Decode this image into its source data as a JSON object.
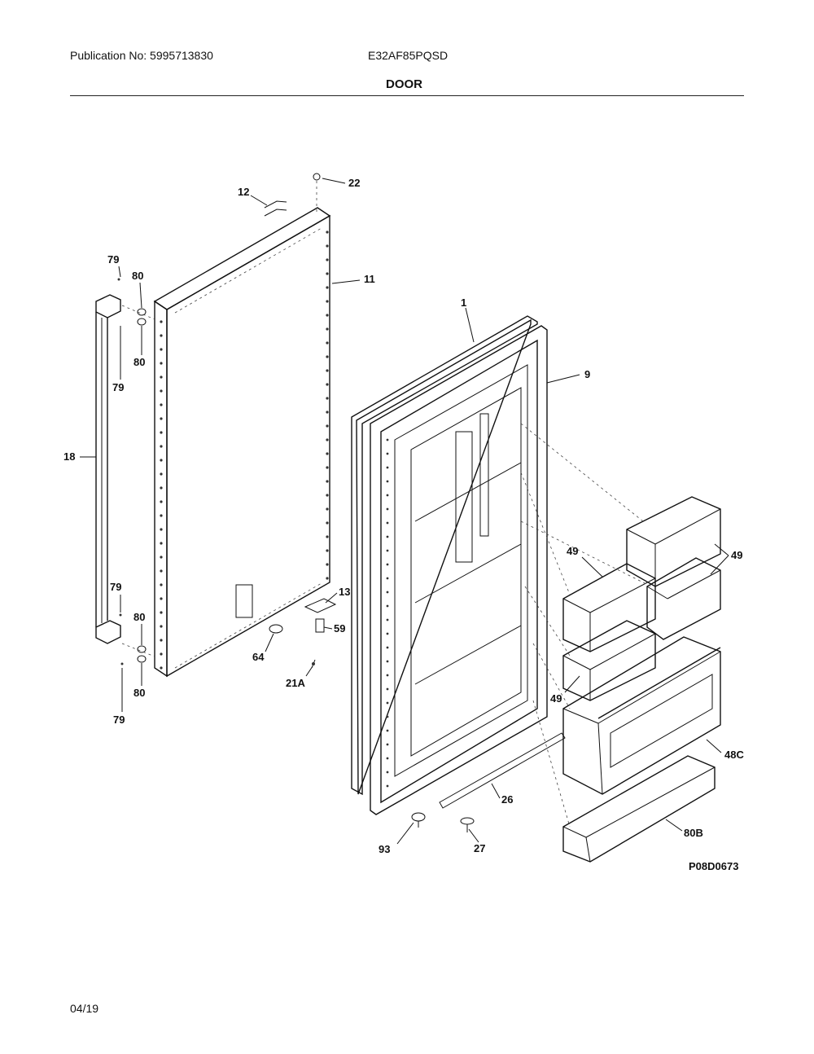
{
  "header": {
    "publication": "Publication No: 5995713830",
    "model": "E32AF85PQSD",
    "title": "DOOR"
  },
  "footer": {
    "date": "04/19"
  },
  "diagram": {
    "drawing_id": "P08D0673",
    "callouts": [
      "1",
      "9",
      "11",
      "12",
      "13",
      "18",
      "21A",
      "22",
      "26",
      "27",
      "48C",
      "49",
      "59",
      "64",
      "79",
      "80",
      "80B",
      "93"
    ]
  }
}
